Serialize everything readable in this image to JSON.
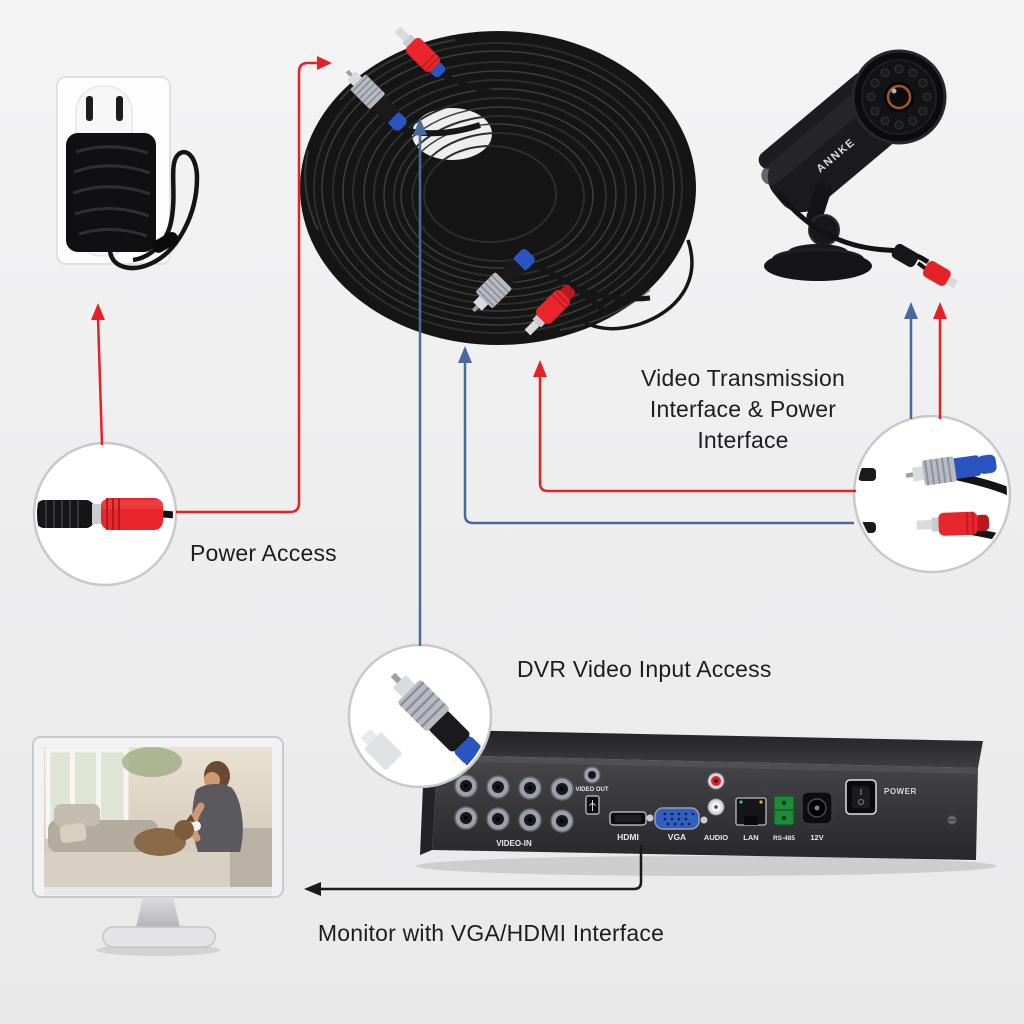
{
  "labels": {
    "power_access": "Power Access",
    "video_transmission_line1": "Video Transmission",
    "video_transmission_line2": "Interface & Power",
    "video_transmission_line3": "Interface",
    "dvr_video_input": "DVR Video Input Access",
    "monitor_interface": "Monitor with VGA/HDMI Interface"
  },
  "camera": {
    "brand": "ANNKE"
  },
  "dvr": {
    "ports": {
      "video_in": "VIDEO-IN",
      "video_out": "VIDEO OUT",
      "hdmi": "HDMI",
      "vga": "VGA",
      "audio": "AUDIO",
      "lan": "LAN",
      "rs485": "RS-485",
      "dc12v": "12V",
      "power": "POWER"
    }
  },
  "colors": {
    "arrow_red": "#e32228",
    "arrow_blue": "#4a6a9d",
    "arrow_black": "#1a1a1a",
    "connector_red": "#e8262c",
    "connector_blue": "#2a55c0",
    "background": "#ededee"
  }
}
